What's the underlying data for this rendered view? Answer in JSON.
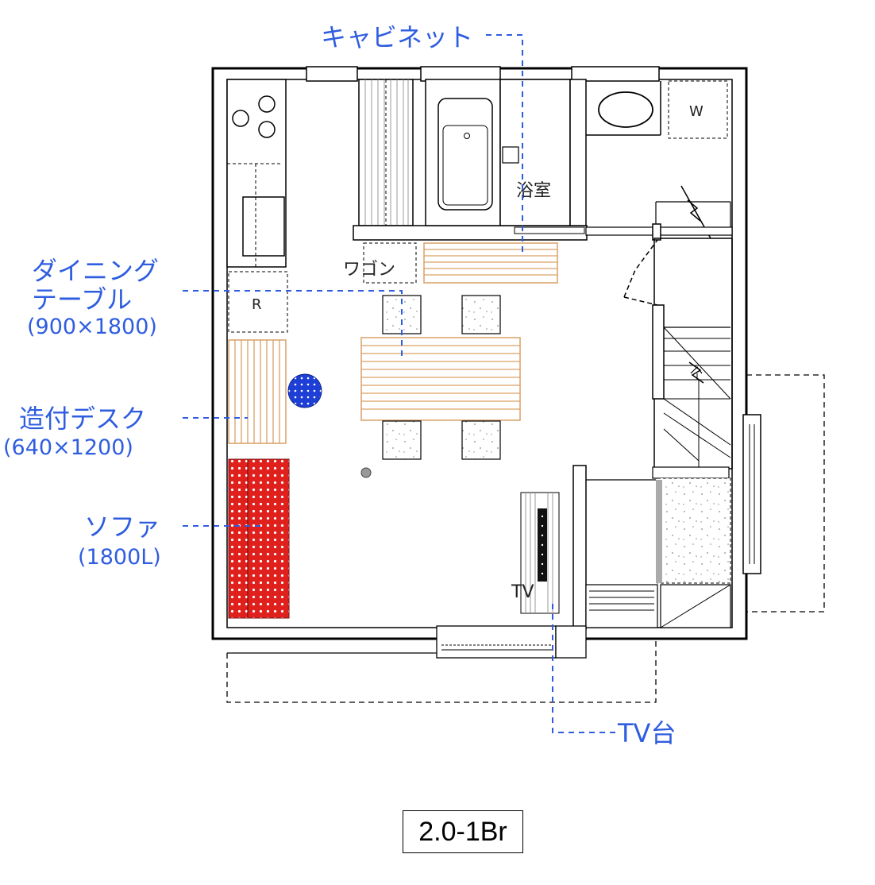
{
  "plan_id": "2.0-1Br",
  "callouts": {
    "cabinet": "キャビネット",
    "dining_table_line1": "ダイニング",
    "dining_table_line2": "テーブル",
    "dining_table_size": "(900×1800)",
    "desk_line1": "造付デスク",
    "desk_size": "(640×1200)",
    "sofa_line1": "ソファ",
    "sofa_size": "(1800L)",
    "tv_stand": "TV台"
  },
  "rooms": {
    "bath": "浴室",
    "wagon": "ワゴン",
    "washer": "W",
    "fridge": "R",
    "tv": "TV"
  },
  "colors": {
    "callout": "#2f5de0",
    "sofa": "#e0201c",
    "wood": "#d9a066",
    "plant": "#1d3fd6"
  }
}
